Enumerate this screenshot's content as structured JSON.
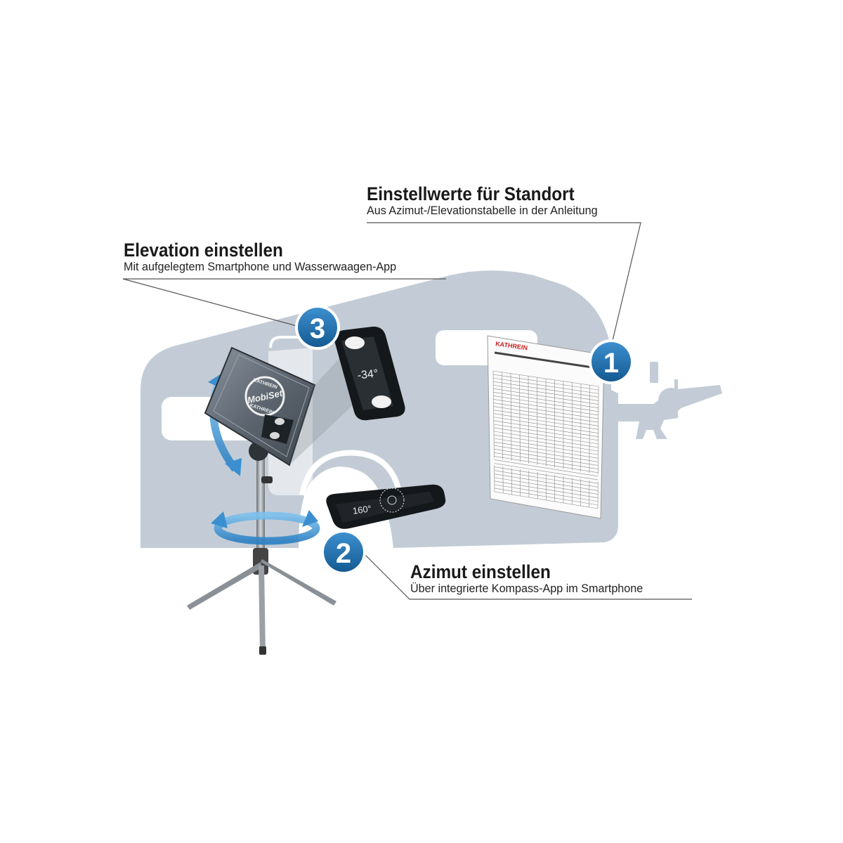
{
  "callouts": [
    {
      "number": "1",
      "title": "Einstellwerte für Standort",
      "subtitle": "Aus Azimut-/Elevationstabelle in der Anleitung"
    },
    {
      "number": "2",
      "title": "Azimut einstellen",
      "subtitle": "Über integrierte Kompass-App im Smartphone"
    },
    {
      "number": "3",
      "title": "Elevation einstellen",
      "subtitle": "Mit aufgelegtem Smartphone und Wasserwaagen-App"
    }
  ],
  "antenna": {
    "brand_top": "KATHREIN",
    "model": "MobiSet",
    "brand_bottom": "KATHREIN"
  },
  "elevation_phone": {
    "reading": "-34°"
  },
  "compass_phone": {
    "reading": "160°"
  },
  "document": {
    "brand": "KATHREIN"
  },
  "colors": {
    "badge": "#1d6fae",
    "badge_ring": "#ffffff",
    "caravan": "#c3ccd6",
    "arrow": "#3b8fd0"
  }
}
